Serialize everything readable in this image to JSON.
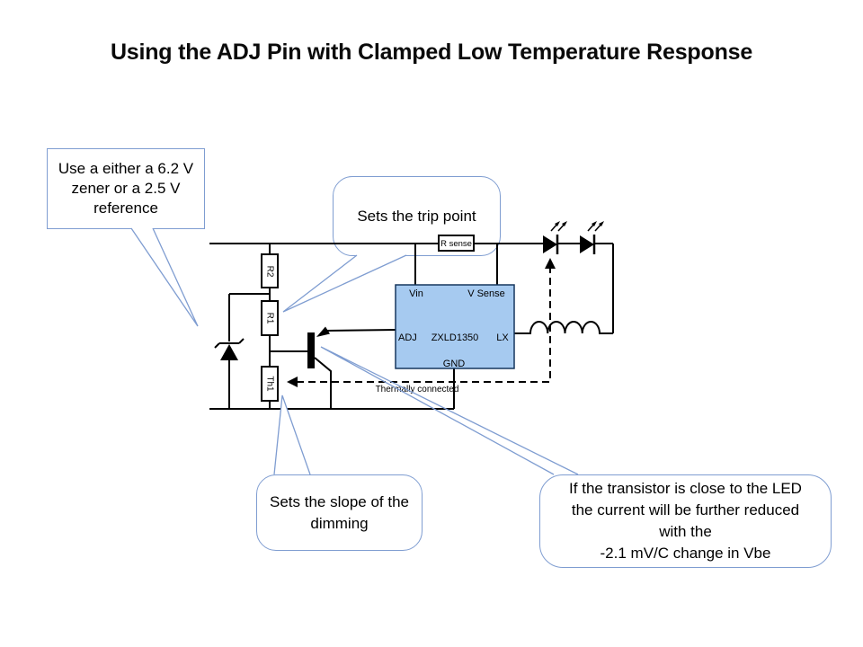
{
  "slide": {
    "title": "Using the ADJ Pin with Clamped Low Temperature Response"
  },
  "callouts": {
    "zener_note": {
      "lines": [
        "Use a either a 6.2 V",
        "zener or a 2.5 V",
        "reference"
      ]
    },
    "trip_point": {
      "text": "Sets the trip point"
    },
    "dimming_slope": {
      "lines": [
        "Sets the slope of the",
        "dimming"
      ]
    },
    "transistor_note": {
      "lines": [
        "If the transistor is close to the LED",
        "the current will be further reduced",
        "with the",
        "-2.1 mV/C change in Vbe"
      ]
    }
  },
  "circuit": {
    "ic": {
      "part_number": "ZXLD1350",
      "pin_vin": "Vin",
      "pin_v_sense": "V Sense",
      "pin_adj": "ADJ",
      "pin_lx": "LX",
      "pin_gnd": "GND"
    },
    "resistors": {
      "r2": "R2",
      "r1": "R1",
      "th1": "Th1",
      "r_sense": "R sense"
    },
    "labels": {
      "thermally_connected": "Thermally connected"
    }
  },
  "colors": {
    "callout_border": "#7f9dd1",
    "wire": "#000000",
    "ic_fill": "#a6caf0",
    "ic_border": "#17375e"
  }
}
